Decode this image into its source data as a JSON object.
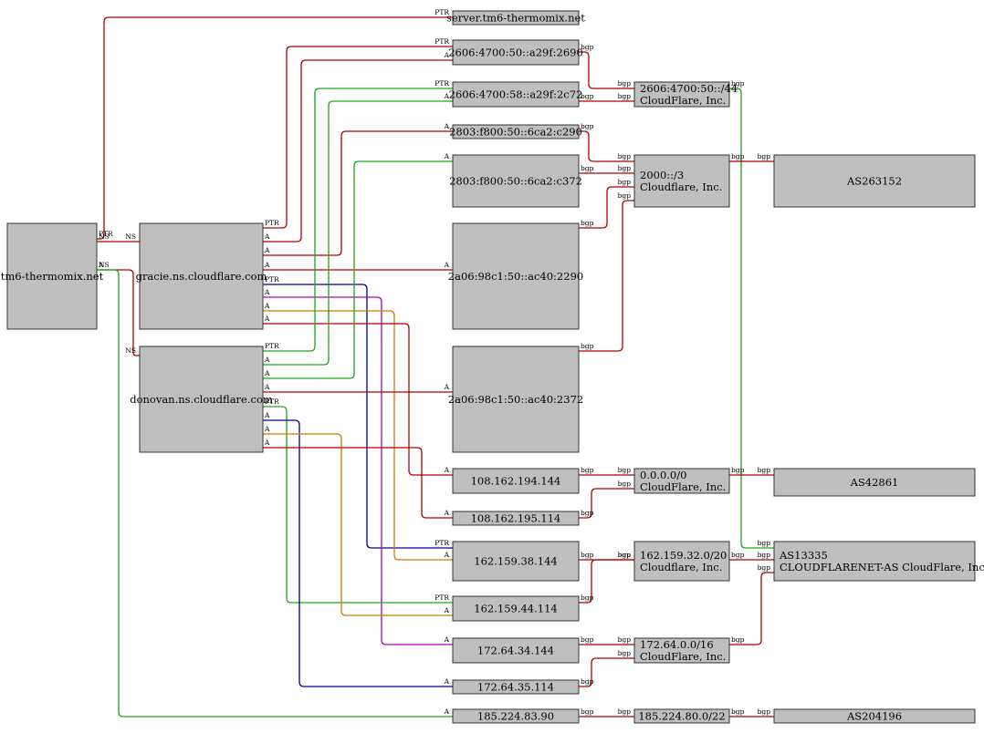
{
  "colors": {
    "red": "#b30000",
    "green": "#1aa61a",
    "blue": "#000099",
    "magenta": "#b300b3",
    "orange": "#cc7a00",
    "node_fill": "#c0bfc0"
  },
  "nodes": [
    {
      "id": "tm6",
      "label": [
        "tm6-thermomix.net"
      ]
    },
    {
      "id": "gracie",
      "label": [
        "gracie.ns.cloudflare.com"
      ]
    },
    {
      "id": "donovan",
      "label": [
        "donovan.ns.cloudflare.com"
      ]
    },
    {
      "id": "server",
      "label": [
        "server.tm6-thermomix.net"
      ]
    },
    {
      "id": "v6a",
      "label": [
        "2606:4700:50::a29f:2690"
      ]
    },
    {
      "id": "v6b",
      "label": [
        "2606:4700:58::a29f:2c72"
      ]
    },
    {
      "id": "v6c",
      "label": [
        "2803:f800:50::6ca2:c290"
      ]
    },
    {
      "id": "v6d",
      "label": [
        "2803:f800:50::6ca2:c372"
      ]
    },
    {
      "id": "v6e",
      "label": [
        "2a06:98c1:50::ac40:2290"
      ]
    },
    {
      "id": "v6f",
      "label": [
        "2a06:98c1:50::ac40:2372"
      ]
    },
    {
      "id": "ip1",
      "label": [
        "108.162.194.144"
      ]
    },
    {
      "id": "ip2",
      "label": [
        "108.162.195.114"
      ]
    },
    {
      "id": "ip3",
      "label": [
        "162.159.38.144"
      ]
    },
    {
      "id": "ip4",
      "label": [
        "162.159.44.114"
      ]
    },
    {
      "id": "ip5",
      "label": [
        "172.64.34.144"
      ]
    },
    {
      "id": "ip6",
      "label": [
        "172.64.35.114"
      ]
    },
    {
      "id": "ip7",
      "label": [
        "185.224.83.90"
      ]
    },
    {
      "id": "pf1",
      "label": [
        "2606:4700:50::/44",
        "CloudFlare, Inc."
      ]
    },
    {
      "id": "pf2",
      "label": [
        "2000::/3",
        "Cloudflare, Inc."
      ]
    },
    {
      "id": "pf3",
      "label": [
        "0.0.0.0/0",
        "CloudFlare, Inc."
      ]
    },
    {
      "id": "pf4",
      "label": [
        "162.159.32.0/20",
        "Cloudflare, Inc."
      ]
    },
    {
      "id": "pf5",
      "label": [
        "172.64.0.0/16",
        "CloudFlare, Inc."
      ]
    },
    {
      "id": "pf6",
      "label": [
        "185.224.80.0/22"
      ]
    },
    {
      "id": "as1",
      "label": [
        "AS263152"
      ]
    },
    {
      "id": "as2",
      "label": [
        "AS42861"
      ]
    },
    {
      "id": "as3",
      "label": [
        "AS13335",
        "CLOUDFLARENET-AS CloudFlare, Inc."
      ]
    },
    {
      "id": "as4",
      "label": [
        "AS204196"
      ]
    }
  ],
  "edges": [
    {
      "from": "tm6",
      "to": "server",
      "label": "PTR",
      "tail_label": "PTR",
      "color": "red"
    },
    {
      "from": "tm6",
      "to": "gracie",
      "label": "NS",
      "tail_label": "NS",
      "color": "red"
    },
    {
      "from": "tm6",
      "to": "donovan",
      "label": "NS",
      "tail_label": "NS",
      "color": "red"
    },
    {
      "from": "tm6",
      "to": "ip7",
      "label": "A",
      "tail_label": "A",
      "color": "green"
    },
    {
      "from": "gracie",
      "to": "v6a",
      "label": "PTR",
      "tail_label": "PTR",
      "color": "red"
    },
    {
      "from": "gracie",
      "to": "v6a",
      "label": "A",
      "tail_label": "A",
      "color": "red"
    },
    {
      "from": "gracie",
      "to": "v6c",
      "label": "A",
      "tail_label": "A",
      "color": "red"
    },
    {
      "from": "gracie",
      "to": "v6e",
      "label": "A",
      "tail_label": "A",
      "color": "red"
    },
    {
      "from": "gracie",
      "to": "ip3",
      "label": "PTR",
      "tail_label": "PTR",
      "color": "blue"
    },
    {
      "from": "gracie",
      "to": "ip5",
      "label": "A",
      "tail_label": "A",
      "color": "magenta"
    },
    {
      "from": "gracie",
      "to": "ip3",
      "label": "A",
      "tail_label": "A",
      "color": "orange"
    },
    {
      "from": "gracie",
      "to": "ip1",
      "label": "A",
      "tail_label": "A",
      "color": "red"
    },
    {
      "from": "donovan",
      "to": "v6b",
      "label": "PTR",
      "tail_label": "PTR",
      "color": "green"
    },
    {
      "from": "donovan",
      "to": "v6b",
      "label": "A",
      "tail_label": "A",
      "color": "green"
    },
    {
      "from": "donovan",
      "to": "v6d",
      "label": "A",
      "tail_label": "A",
      "color": "green"
    },
    {
      "from": "donovan",
      "to": "v6f",
      "label": "A",
      "tail_label": "A",
      "color": "red"
    },
    {
      "from": "donovan",
      "to": "ip4",
      "label": "PTR",
      "tail_label": "PTR",
      "color": "green"
    },
    {
      "from": "donovan",
      "to": "ip6",
      "label": "A",
      "tail_label": "A",
      "color": "blue"
    },
    {
      "from": "donovan",
      "to": "ip4",
      "label": "A",
      "tail_label": "A",
      "color": "orange"
    },
    {
      "from": "donovan",
      "to": "ip2",
      "label": "A",
      "tail_label": "A",
      "color": "red"
    },
    {
      "from": "v6a",
      "to": "pf1",
      "label": "bgp",
      "tail_label": "bgp",
      "color": "red"
    },
    {
      "from": "v6b",
      "to": "pf1",
      "label": "bgp",
      "tail_label": "bgp",
      "color": "red"
    },
    {
      "from": "v6c",
      "to": "pf2",
      "label": "bgp",
      "tail_label": "bgp",
      "color": "red"
    },
    {
      "from": "v6d",
      "to": "pf2",
      "label": "bgp",
      "tail_label": "bgp",
      "color": "red"
    },
    {
      "from": "v6e",
      "to": "pf2",
      "label": "bgp",
      "tail_label": "bgp",
      "color": "red"
    },
    {
      "from": "v6f",
      "to": "pf2",
      "label": "bgp",
      "tail_label": "bgp",
      "color": "red"
    },
    {
      "from": "ip1",
      "to": "pf3",
      "label": "bgp",
      "tail_label": "bgp",
      "color": "red"
    },
    {
      "from": "ip2",
      "to": "pf3",
      "label": "bgp",
      "tail_label": "bgp",
      "color": "red"
    },
    {
      "from": "ip3",
      "to": "pf4",
      "label": "bgp",
      "tail_label": "bgp",
      "color": "red"
    },
    {
      "from": "ip4",
      "to": "pf4",
      "label": "bgp",
      "tail_label": "bgp",
      "color": "red"
    },
    {
      "from": "ip5",
      "to": "pf5",
      "label": "bgp",
      "tail_label": "bgp",
      "color": "red"
    },
    {
      "from": "ip6",
      "to": "pf5",
      "label": "bgp",
      "tail_label": "bgp",
      "color": "red"
    },
    {
      "from": "ip7",
      "to": "pf6",
      "label": "bgp",
      "tail_label": "bgp",
      "color": "red"
    },
    {
      "from": "pf1",
      "to": "as3",
      "label": "bgp",
      "tail_label": "bgp",
      "color": "green"
    },
    {
      "from": "pf2",
      "to": "as1",
      "label": "bgp",
      "tail_label": "bgp",
      "color": "red"
    },
    {
      "from": "pf3",
      "to": "as2",
      "label": "bgp",
      "tail_label": "bgp",
      "color": "red"
    },
    {
      "from": "pf4",
      "to": "as3",
      "label": "bgp",
      "tail_label": "bgp",
      "color": "red"
    },
    {
      "from": "pf5",
      "to": "as3",
      "label": "bgp",
      "tail_label": "bgp",
      "color": "red"
    },
    {
      "from": "pf6",
      "to": "as4",
      "label": "bgp",
      "tail_label": "bgp",
      "color": "red"
    }
  ]
}
